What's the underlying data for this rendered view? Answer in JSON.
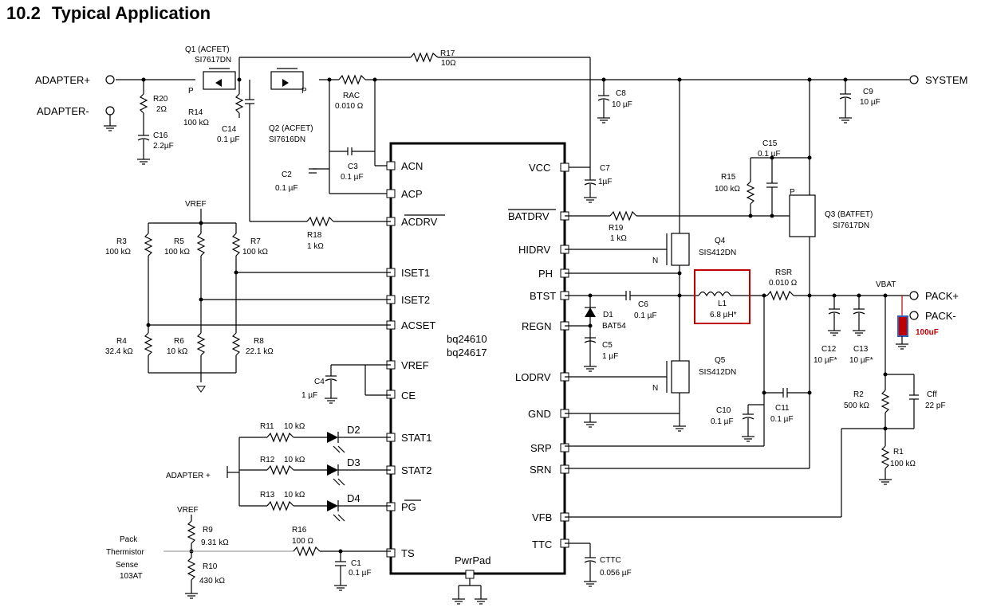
{
  "title": {
    "section": "10.2",
    "text": "Typical Application"
  },
  "ic": {
    "names": [
      "bq24610",
      "bq24617"
    ],
    "pwrpad": "PwrPad",
    "left_pins": [
      "ACN",
      "ACP",
      "ACDRV",
      "ISET1",
      "ISET2",
      "ACSET",
      "VREF",
      "CE",
      "STAT1",
      "STAT2",
      "PG",
      "TS"
    ],
    "right_pins": [
      "VCC",
      "BATDRV",
      "HIDRV",
      "PH",
      "BTST",
      "REGN",
      "LODRV",
      "GND",
      "SRP",
      "SRN",
      "VFB",
      "TTC"
    ]
  },
  "nets": {
    "adapter_pos": "ADAPTER+",
    "adapter_neg": "ADAPTER-",
    "system": "SYSTEM",
    "pack_pos": "PACK+",
    "pack_neg": "PACK-",
    "vbat": "VBAT",
    "vref_top": "VREF",
    "vref_bottom": "VREF",
    "adapter_plus_led": "ADAPTER +",
    "thermistor": [
      "Pack",
      "Thermistor",
      "Sense",
      "103AT"
    ]
  },
  "components": {
    "q1": [
      "Q1 (ACFET)",
      "SI7617DN"
    ],
    "q2": [
      "Q2 (ACFET)",
      "SI7616DN"
    ],
    "q3": [
      "Q3 (BATFET)",
      "SI7617DN"
    ],
    "q4": [
      "Q4",
      "SIS412DN"
    ],
    "q5": [
      "Q5",
      "SIS412DN"
    ],
    "r17": [
      "R17",
      "10Ω"
    ],
    "r20": [
      "R20",
      "2Ω"
    ],
    "c16": [
      "C16",
      "2.2µF"
    ],
    "r14": [
      "R14",
      "100 kΩ"
    ],
    "c14": [
      "C14",
      "0.1 µF"
    ],
    "rac": [
      "RAC",
      "0.010 Ω"
    ],
    "c8": [
      "C8",
      "10 µF"
    ],
    "c9": [
      "C9",
      "10 µF"
    ],
    "c2": [
      "C2",
      "0.1 µF"
    ],
    "c3": [
      "C3",
      "0.1 µF"
    ],
    "c7": [
      "C7",
      "1µF"
    ],
    "c15": [
      "C15",
      "0.1 µF"
    ],
    "r15": [
      "R15",
      "100 kΩ"
    ],
    "r19": [
      "R19",
      "1 kΩ"
    ],
    "r18": [
      "R18",
      "1 kΩ"
    ],
    "r3": [
      "R3",
      "100 kΩ"
    ],
    "r5": [
      "R5",
      "100 kΩ"
    ],
    "r7": [
      "R7",
      "100 kΩ"
    ],
    "r4": [
      "R4",
      "32.4 kΩ"
    ],
    "r6": [
      "R6",
      "10 kΩ"
    ],
    "r8": [
      "R8",
      "22.1 kΩ"
    ],
    "c4": [
      "C4",
      "1 µF"
    ],
    "l1": [
      "L1",
      "6.8 µH*"
    ],
    "rsr": [
      "RSR",
      "0.010 Ω"
    ],
    "c6": [
      "C6",
      "0.1 µF"
    ],
    "d1": [
      "D1",
      "BAT54"
    ],
    "c5": [
      "C5",
      "1 µF"
    ],
    "c12": [
      "C12",
      "10 µF*"
    ],
    "c13": [
      "C13",
      "10 µF*"
    ],
    "c10": [
      "C10",
      "0.1 µF"
    ],
    "c11": [
      "C11",
      "0.1 µF"
    ],
    "r2": [
      "R2",
      "500 kΩ"
    ],
    "cff": [
      "Cff",
      "22 pF"
    ],
    "r1": [
      "R1",
      "100 kΩ"
    ],
    "r11": [
      "R11",
      "10 kΩ"
    ],
    "r12": [
      "R12",
      "10 kΩ"
    ],
    "r13": [
      "R13",
      "10 kΩ"
    ],
    "d2": "D2",
    "d3": "D3",
    "d4": "D4",
    "r9": [
      "R9",
      "9.31 kΩ"
    ],
    "r10": [
      "R10",
      "430 kΩ"
    ],
    "r16": [
      "R16",
      "100 Ω"
    ],
    "c1": [
      "C1",
      "0.1 µF"
    ],
    "cttc": [
      "CTTC",
      "0.056 µF"
    ],
    "p_labels": [
      "P",
      "P",
      "P"
    ],
    "n_labels": [
      "N",
      "N"
    ]
  },
  "annotation": {
    "added_cap": "100uF",
    "highlight_color": "#c00000"
  }
}
